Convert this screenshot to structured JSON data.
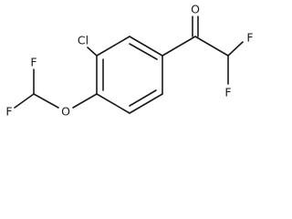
{
  "molecule": {
    "atoms": {
      "oxygen_carbonyl": "O",
      "fluorine_right_top": "F",
      "fluorine_right_bottom": "F",
      "chlorine": "Cl",
      "oxygen_ether": "O",
      "fluorine_left_top": "F",
      "fluorine_left_bottom": "F"
    }
  }
}
